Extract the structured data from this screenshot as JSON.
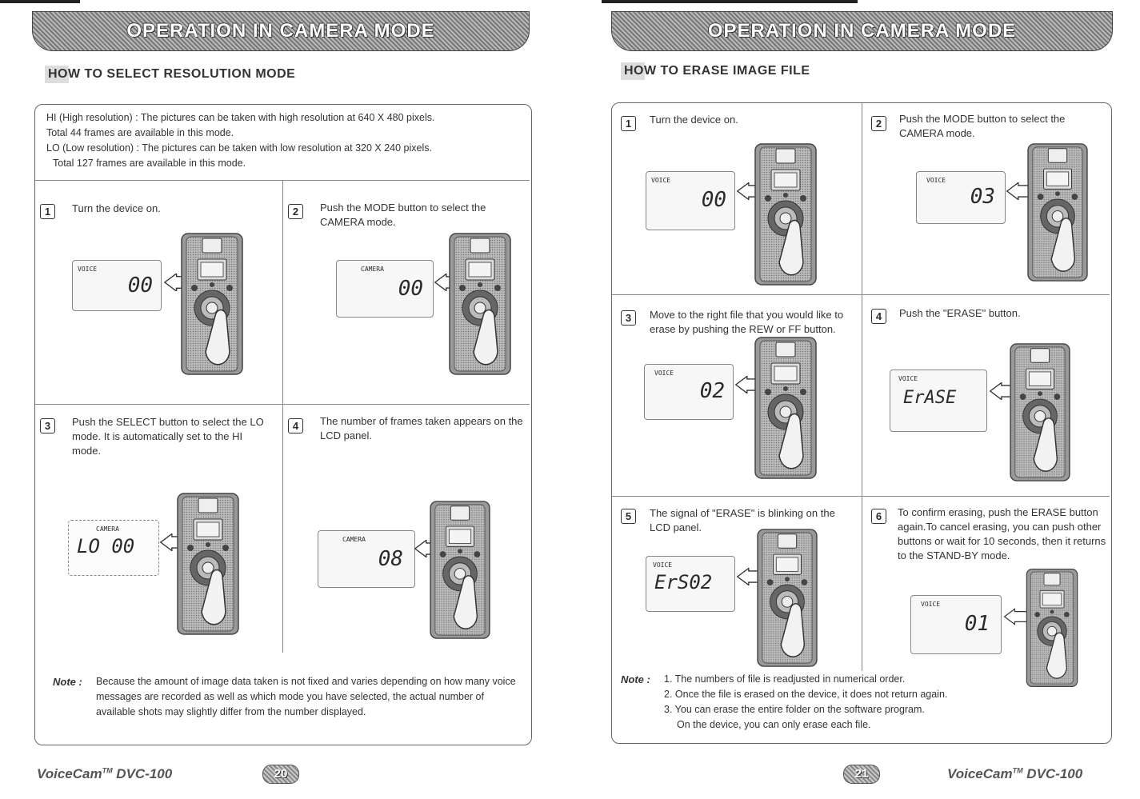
{
  "left": {
    "banner": "OPERATION IN CAMERA MODE",
    "section_title": "HOW TO SELECT RESOLUTION MODE",
    "intro": [
      "HI (High resolution) : The pictures can be taken with high resolution at 640 X 480 pixels.",
      "Total 44 frames are available in this mode.",
      "LO (Low resolution) : The pictures can be taken with low resolution at 320 X 240 pixels.",
      "Total 127 frames are available in this mode."
    ],
    "steps": [
      {
        "num": "1",
        "text": "Turn the device on.",
        "lcd_label": "VOICE",
        "lcd_value": "00"
      },
      {
        "num": "2",
        "text": "Push the MODE button to select the CAMERA mode.",
        "lcd_label": "CAMERA",
        "lcd_value": "00"
      },
      {
        "num": "3",
        "text": "Push the SELECT button to select the LO mode. It is automatically set to the HI mode.",
        "lcd_label": "CAMERA",
        "lcd_value": "LO 00"
      },
      {
        "num": "4",
        "text": "The number of frames taken appears on the LCD panel.",
        "lcd_label": "CAMERA",
        "lcd_value": "08"
      }
    ],
    "note_label": "Note :",
    "note": "Because the amount of image data taken is not fixed and varies depending on how many voice messages are recorded as well as which mode you have selected, the actual number of available shots may slightly differ from the number displayed.",
    "brand": "VoiceCam",
    "brand_tm": "TM",
    "brand_model": " DVC-100",
    "page_num": "20"
  },
  "right": {
    "banner": "OPERATION IN CAMERA MODE",
    "section_title": "HOW TO ERASE IMAGE FILE",
    "steps": [
      {
        "num": "1",
        "text": "Turn the device on.",
        "lcd_label": "VOICE",
        "lcd_value": "00"
      },
      {
        "num": "2",
        "text": "Push the MODE button to select the CAMERA mode.",
        "lcd_label": "VOICE",
        "lcd_value": "03"
      },
      {
        "num": "3",
        "text": "Move to the right file that you would like to erase by pushing the REW or FF button.",
        "lcd_label": "VOICE",
        "lcd_value": "02"
      },
      {
        "num": "4",
        "text": "Push the \"ERASE\" button.",
        "lcd_label": "VOICE",
        "lcd_value": "ErASE"
      },
      {
        "num": "5",
        "text": "The signal of \"ERASE\" is blinking on the LCD panel.",
        "lcd_label": "VOICE",
        "lcd_value": "ErS02"
      },
      {
        "num": "6",
        "text": "To confirm erasing, push the ERASE button again.To cancel erasing, you can push other buttons or wait for 10 seconds, then it returns to the STAND-BY mode.",
        "lcd_label": "VOICE",
        "lcd_value": "01"
      }
    ],
    "note_label": "Note :",
    "notes": [
      "1. The numbers of file is readjusted in numerical order.",
      "2. Once the file is erased on the device, it does not return again.",
      "3. You can erase the entire folder on the software program.",
      "On the device, you can only erase each file."
    ],
    "brand": "VoiceCam",
    "brand_tm": "TM",
    "brand_model": " DVC-100",
    "page_num": "21"
  }
}
